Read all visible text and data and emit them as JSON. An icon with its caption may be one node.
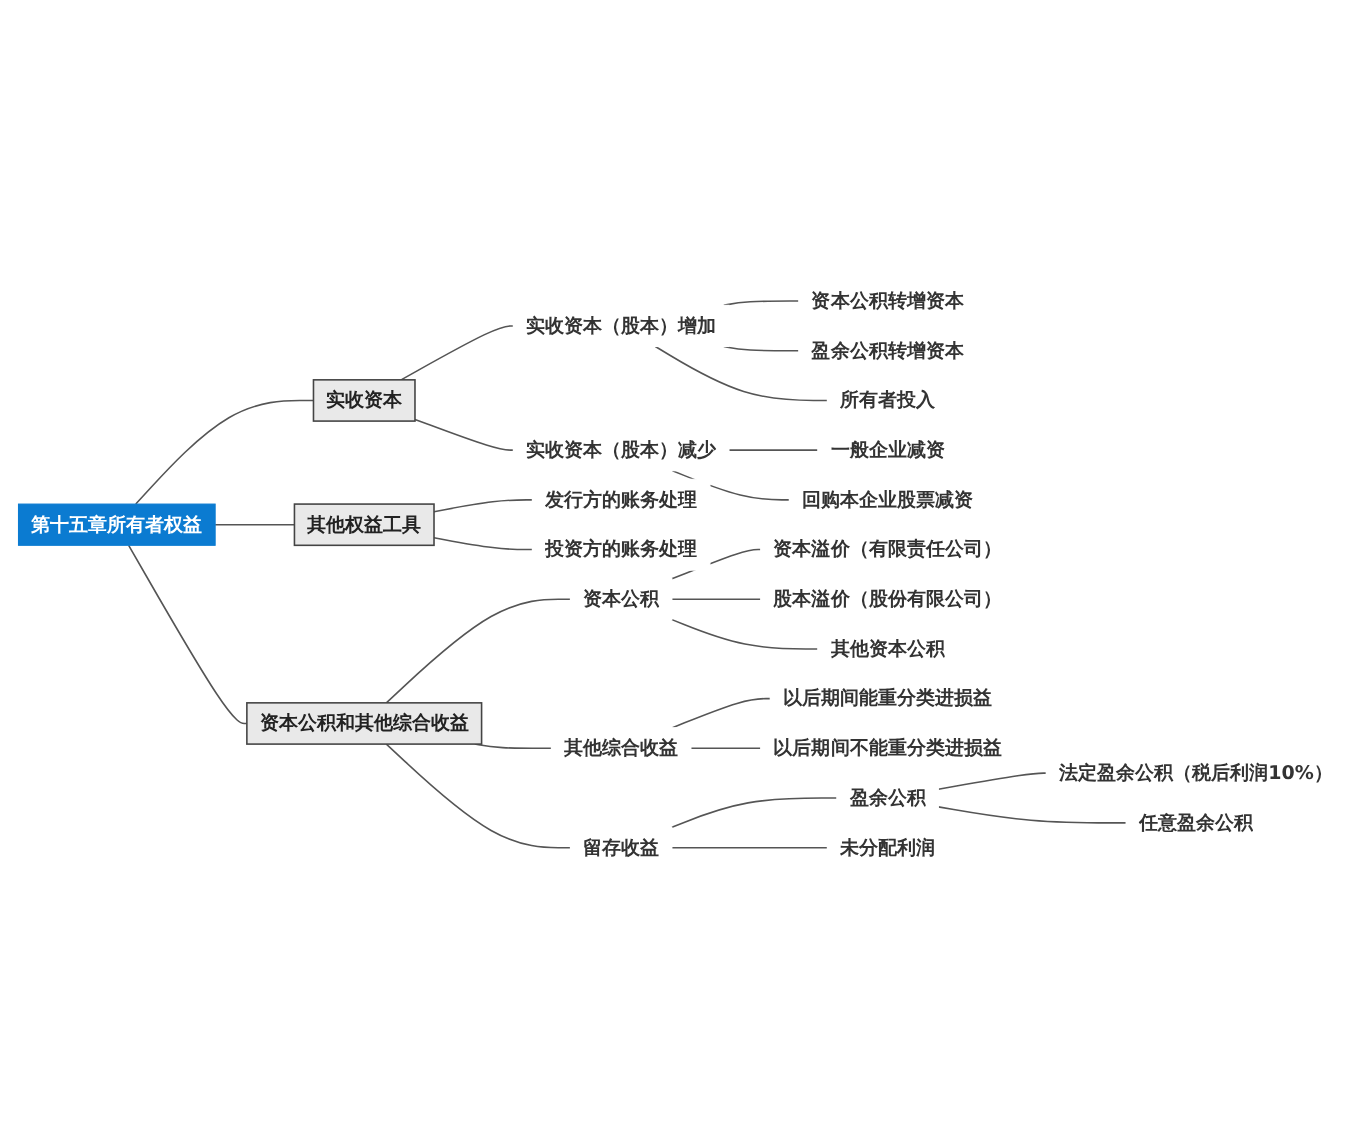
{
  "diagram": {
    "nodes": [
      {
        "text": [
          "第十五章所有者权益"
        ]
      },
      {
        "text": [
          "实收资本"
        ]
      },
      {
        "text": [
          "实收资本（股本）增加"
        ]
      },
      {
        "text": [
          "资本公积转增资本"
        ]
      },
      {
        "text": [
          "盈余公积转增资本"
        ]
      },
      {
        "text": [
          "所有者投入"
        ]
      },
      {
        "text": [
          "实收资本（股本）减少"
        ]
      },
      {
        "text": [
          "一般企业减资"
        ]
      },
      {
        "text": [
          "回购本企业股票减资"
        ]
      },
      {
        "text": [
          "其他权益工具"
        ]
      },
      {
        "text": [
          "发行方的账务处理"
        ]
      },
      {
        "text": [
          "投资方的账务处理"
        ]
      },
      {
        "text": [
          "资本公积和其他综合收益"
        ]
      },
      {
        "text": [
          "资本公积"
        ]
      },
      {
        "text": [
          "资本溢价（有限责任公司）"
        ]
      },
      {
        "text": [
          "股本溢价（股份有限公司）"
        ]
      },
      {
        "text": [
          "其他资本公积"
        ]
      },
      {
        "text": [
          "其他综合收益"
        ]
      },
      {
        "text": [
          "以后期间能重分类进损益"
        ]
      },
      {
        "text": [
          "以后期间不能重分类进损益"
        ]
      },
      {
        "text": [
          "留存收益"
        ]
      },
      {
        "text": [
          "盈余公积"
        ]
      },
      {
        "text": [
          "法定盈余公积（税后利润10%）"
        ]
      },
      {
        "text": [
          "任意盈余公积"
        ]
      },
      {
        "text": [
          "未分配利润"
        ]
      }
    ],
    "edges": [
      {
        "from": 0,
        "to": 1,
        "arrow": "none"
      },
      {
        "from": 1,
        "to": 2,
        "arrow": "none"
      },
      {
        "from": 2,
        "to": 3,
        "arrow": "none"
      },
      {
        "from": 2,
        "to": 4,
        "arrow": "none"
      },
      {
        "from": 2,
        "to": 5,
        "arrow": "none"
      },
      {
        "from": 1,
        "to": 6,
        "arrow": "none"
      },
      {
        "from": 6,
        "to": 7,
        "arrow": "none"
      },
      {
        "from": 6,
        "to": 8,
        "arrow": "none"
      },
      {
        "from": 0,
        "to": 9,
        "arrow": "none"
      },
      {
        "from": 9,
        "to": 10,
        "arrow": "none"
      },
      {
        "from": 9,
        "to": 11,
        "arrow": "none"
      },
      {
        "from": 0,
        "to": 12,
        "arrow": "none"
      },
      {
        "from": 12,
        "to": 13,
        "arrow": "none"
      },
      {
        "from": 13,
        "to": 14,
        "arrow": "none"
      },
      {
        "from": 13,
        "to": 15,
        "arrow": "none"
      },
      {
        "from": 13,
        "to": 16,
        "arrow": "none"
      },
      {
        "from": 12,
        "to": 17,
        "arrow": "none"
      },
      {
        "from": 17,
        "to": 18,
        "arrow": "none"
      },
      {
        "from": 17,
        "to": 19,
        "arrow": "none"
      },
      {
        "from": 12,
        "to": 20,
        "arrow": "none"
      },
      {
        "from": 20,
        "to": 21,
        "arrow": "none"
      },
      {
        "from": 21,
        "to": 22,
        "arrow": "none"
      },
      {
        "from": 21,
        "to": 23,
        "arrow": "none"
      },
      {
        "from": 20,
        "to": 24,
        "arrow": "none"
      }
    ]
  }
}
